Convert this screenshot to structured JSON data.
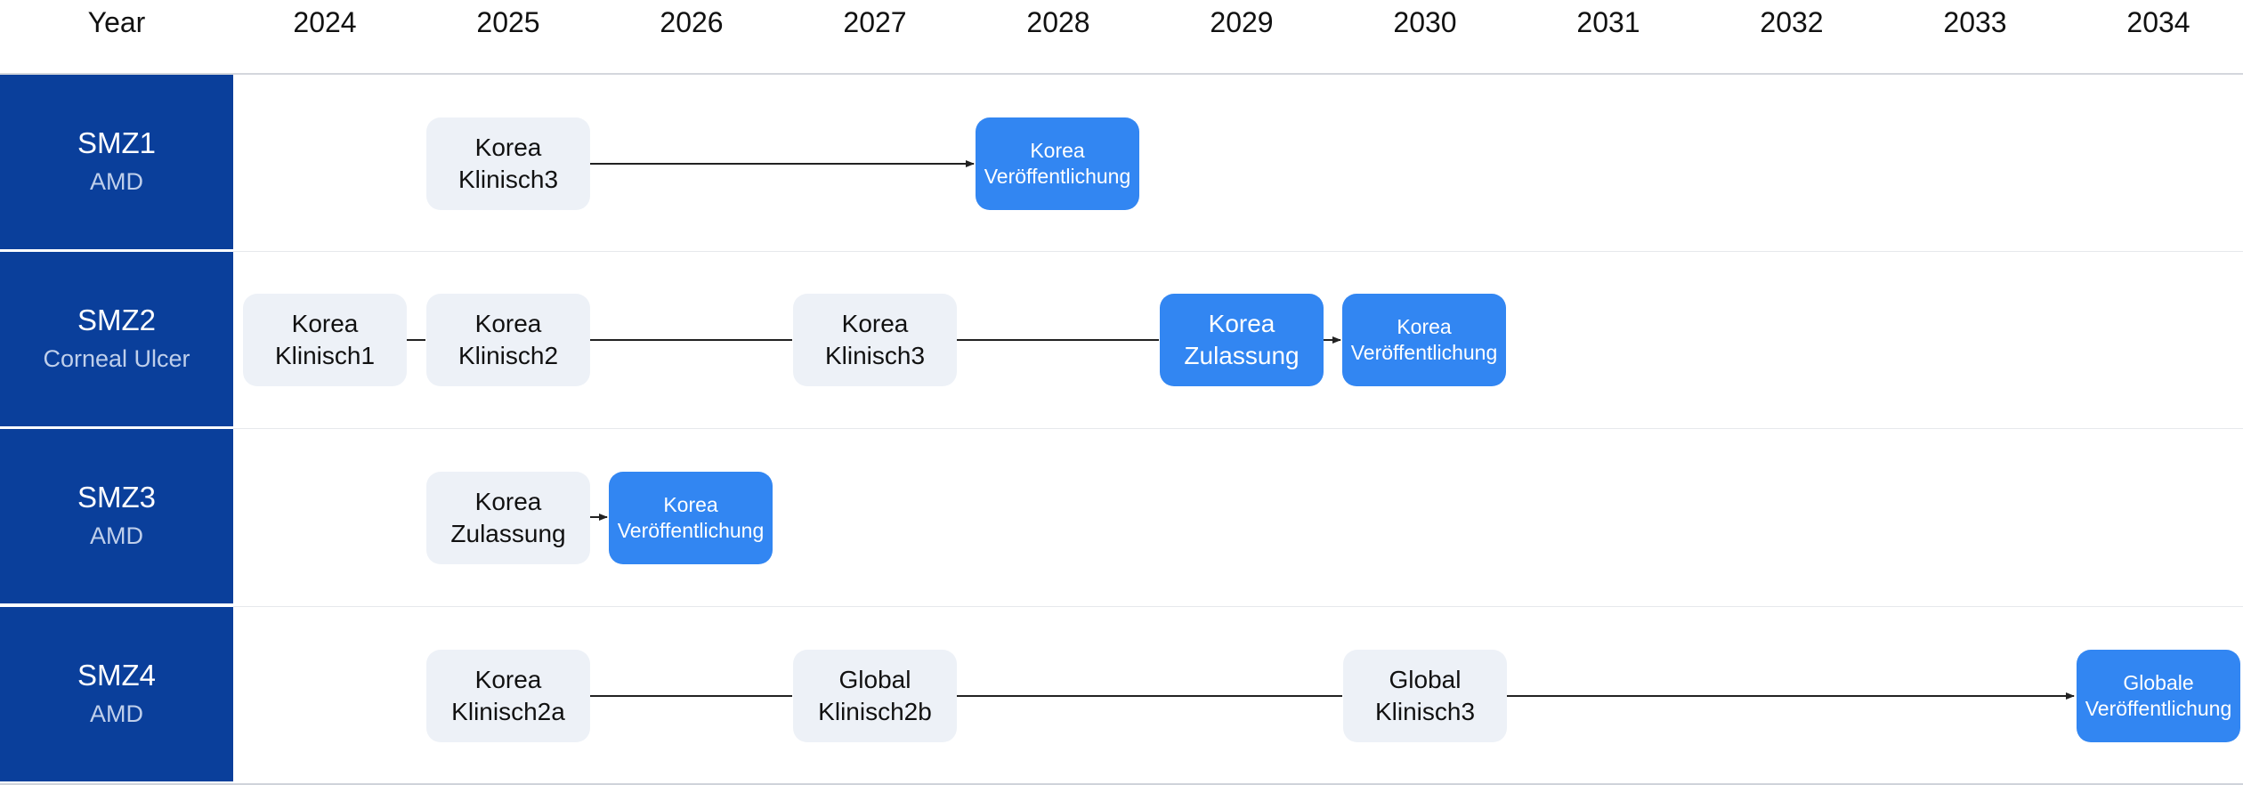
{
  "header": {
    "year_label": "Year",
    "years": [
      "2024",
      "2025",
      "2026",
      "2027",
      "2028",
      "2029",
      "2030",
      "2031",
      "2032",
      "2033",
      "2034"
    ]
  },
  "rows": [
    {
      "name": "SMZ1",
      "indication": "AMD",
      "nodes": [
        {
          "line1": "Korea",
          "line2": "Klinisch3",
          "style": "light",
          "year": "2025"
        },
        {
          "line1": "Korea",
          "line2": "Veröffentlichung",
          "style": "blue",
          "year": "2028"
        }
      ]
    },
    {
      "name": "SMZ2",
      "indication": "Corneal Ulcer",
      "nodes": [
        {
          "line1": "Korea",
          "line2": "Klinisch1",
          "style": "light",
          "year": "2024"
        },
        {
          "line1": "Korea",
          "line2": "Klinisch2",
          "style": "light",
          "year": "2025"
        },
        {
          "line1": "Korea",
          "line2": "Klinisch3",
          "style": "light",
          "year": "2027"
        },
        {
          "line1": "Korea",
          "line2": "Zulassung",
          "style": "blue-big",
          "year": "2029"
        },
        {
          "line1": "Korea",
          "line2": "Veröffentlichung",
          "style": "blue",
          "year": "2030"
        }
      ]
    },
    {
      "name": "SMZ3",
      "indication": "AMD",
      "nodes": [
        {
          "line1": "Korea",
          "line2": "Zulassung",
          "style": "light",
          "year": "2025"
        },
        {
          "line1": "Korea",
          "line2": "Veröffentlichung",
          "style": "blue",
          "year": "2026"
        }
      ]
    },
    {
      "name": "SMZ4",
      "indication": "AMD",
      "nodes": [
        {
          "line1": "Korea",
          "line2": "Klinisch2a",
          "style": "light",
          "year": "2025"
        },
        {
          "line1": "Global",
          "line2": "Klinisch2b",
          "style": "light",
          "year": "2027"
        },
        {
          "line1": "Global",
          "line2": "Klinisch3",
          "style": "light",
          "year": "2030"
        },
        {
          "line1": "Globale",
          "line2": "Veröffentlichung",
          "style": "blue",
          "year": "2034"
        }
      ]
    }
  ],
  "colors": {
    "label_bg": "#0a3f9b",
    "milestone_blue": "#3286f2",
    "phase_bg": "#edf1f7"
  }
}
